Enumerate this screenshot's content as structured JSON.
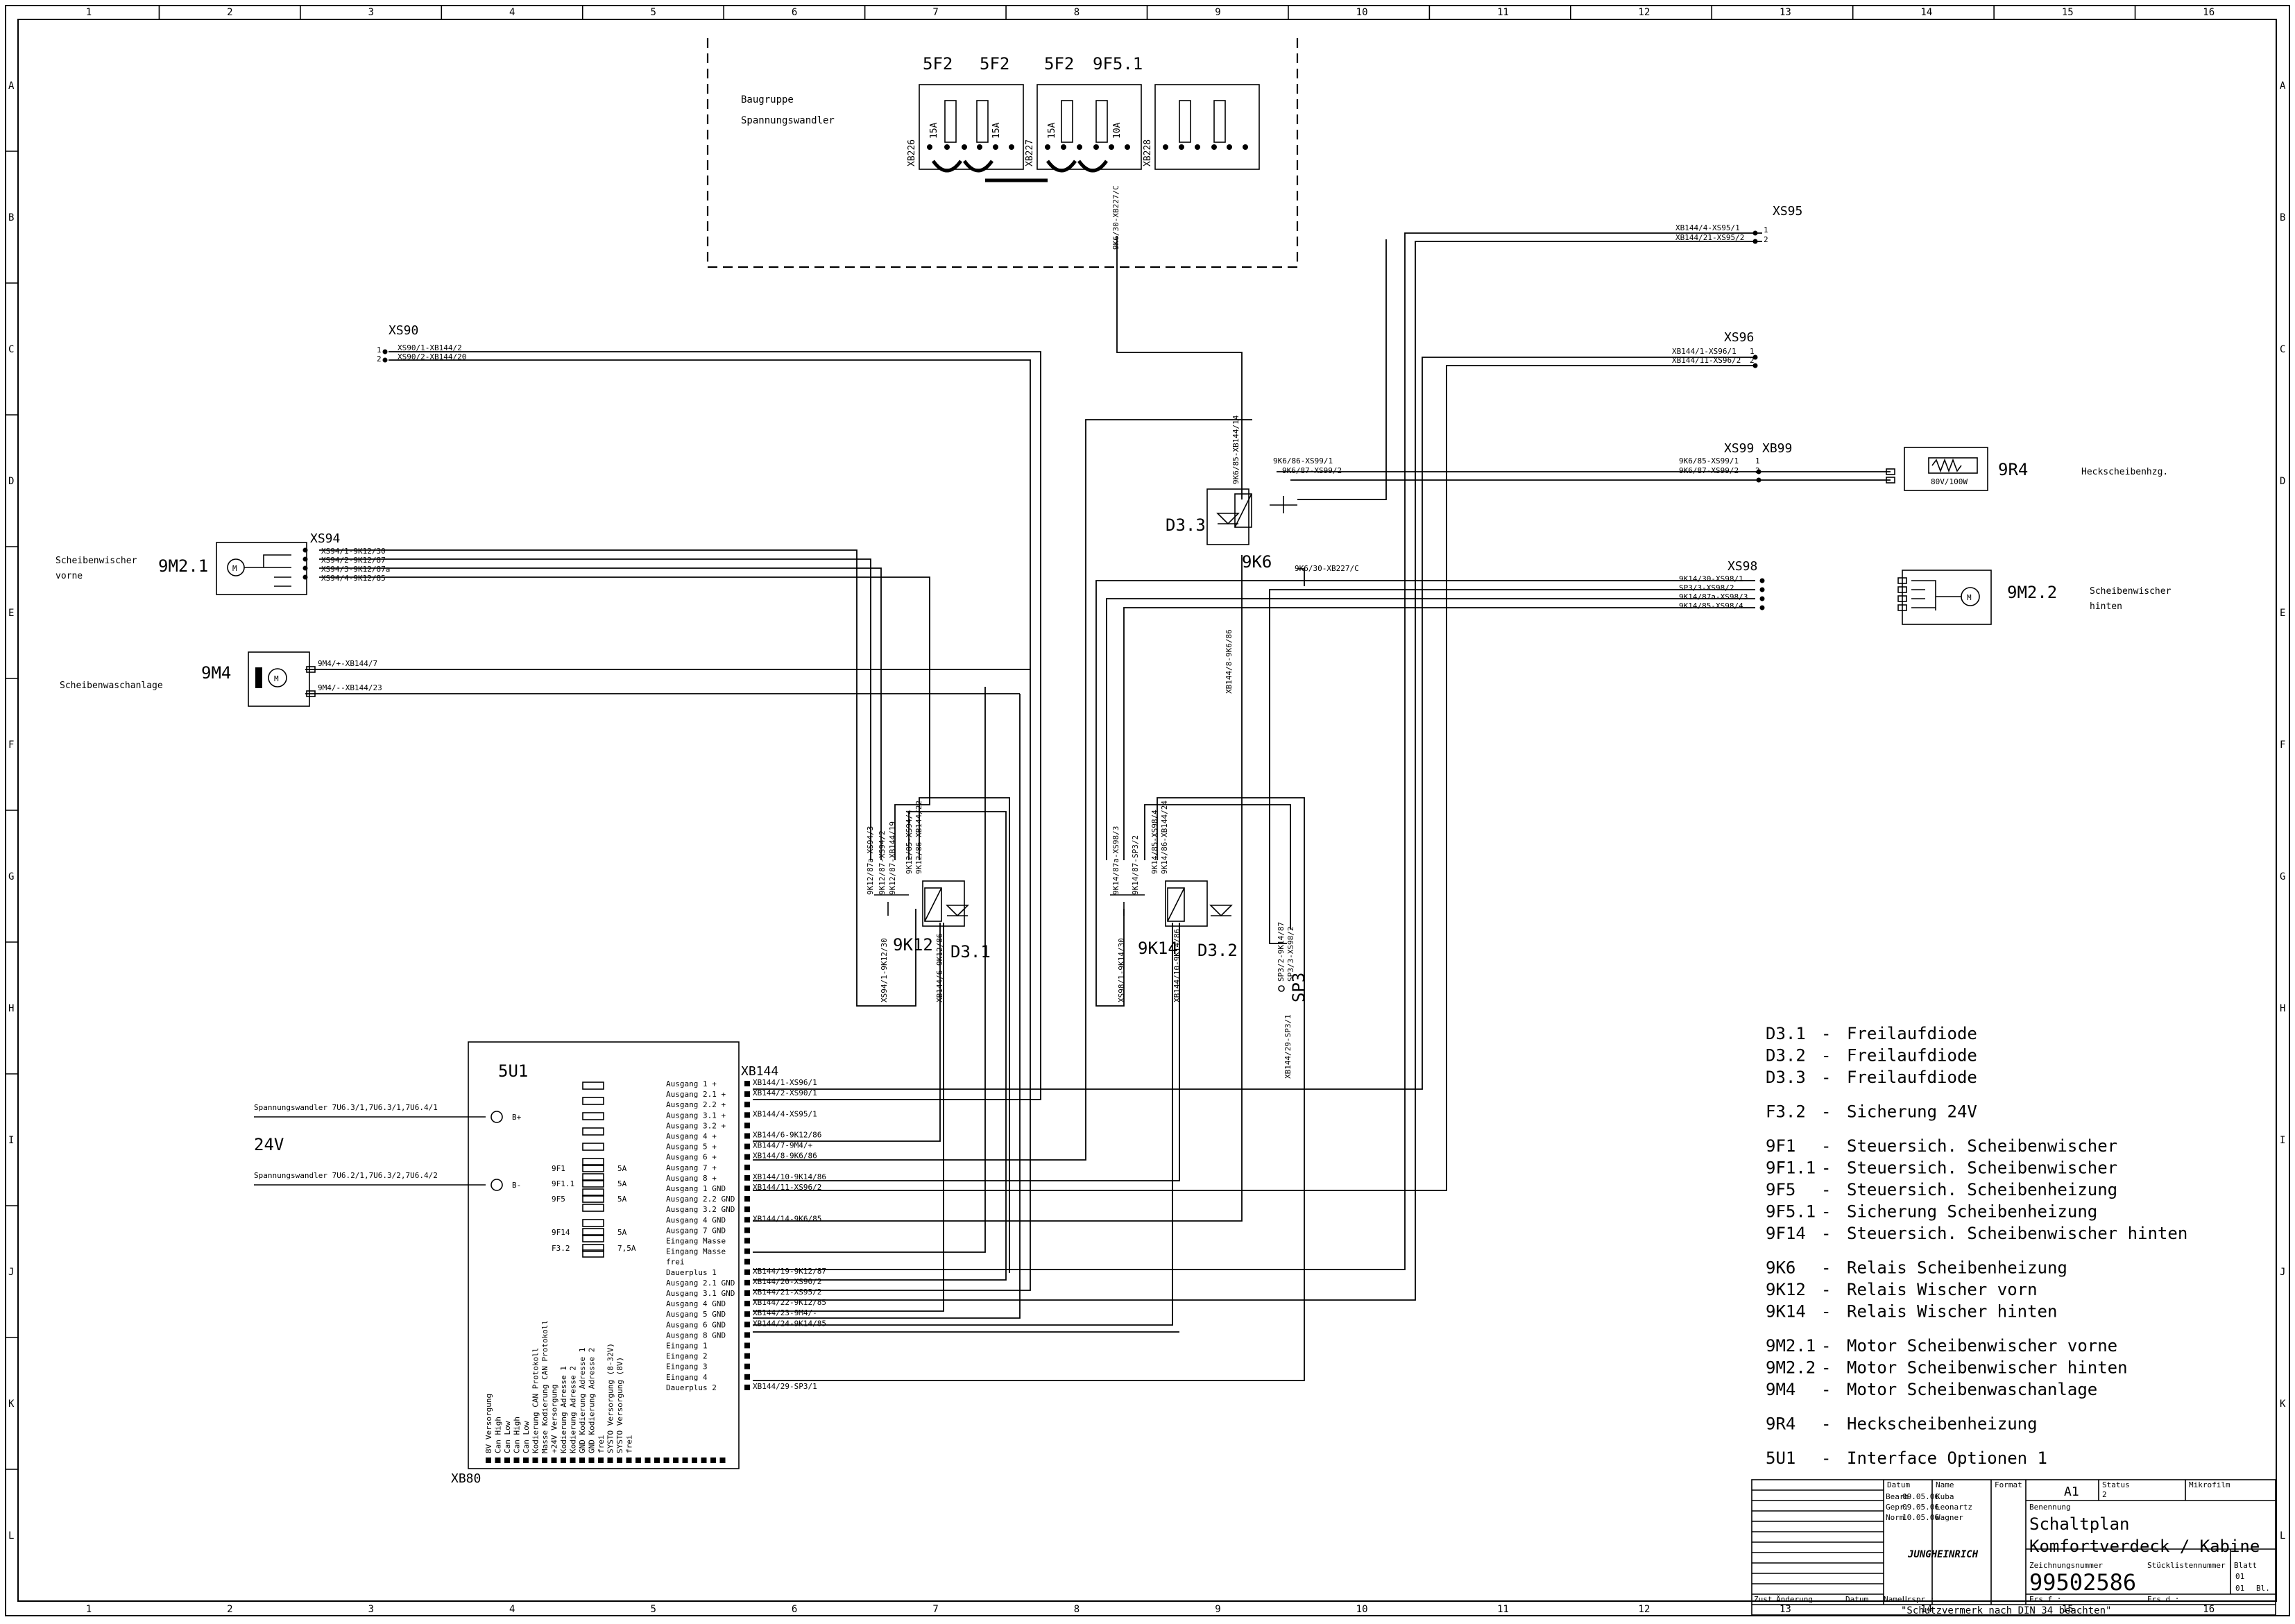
{
  "sheet": {
    "col_labels": [
      "1",
      "2",
      "3",
      "4",
      "5",
      "6",
      "7",
      "8",
      "9",
      "10",
      "11",
      "12",
      "13",
      "14",
      "15",
      "16"
    ],
    "row_labels": [
      "A",
      "B",
      "C",
      "D",
      "E",
      "F",
      "G",
      "H",
      "I",
      "J",
      "K",
      "L"
    ]
  },
  "baugruppe": {
    "title_line1": "Baugruppe",
    "title_line2": "Spannungswandler",
    "fuse_headers": [
      "5F2",
      "5F2",
      "5F2",
      "9F5.1"
    ],
    "fuse_values": [
      "15A",
      "15A",
      "15A",
      "10A"
    ],
    "connectors": [
      "XB226",
      "XB227",
      "XB228"
    ],
    "wire_out": "9K6/30-XB227/C"
  },
  "connectors": {
    "xs95": {
      "name": "XS95",
      "w1": "XB144/4-XS95/1",
      "w2": "XB144/21-XS95/2",
      "p1": "1",
      "p2": "2"
    },
    "xs90": {
      "name": "XS90",
      "w1": "XS90/1-XB144/2",
      "w2": "XS90/2-XB144/20",
      "p1": "1",
      "p2": "2"
    },
    "xs96": {
      "name": "XS96",
      "w1": "XB144/1-XS96/1",
      "w2": "XB144/11-XS96/2",
      "p1": "1",
      "p2": "2"
    },
    "xs99": {
      "name": "XS99",
      "xb": "XB99",
      "w1": "9K6/85-XS99/1",
      "w2": "9K6/87-XS99/2",
      "p1": "1",
      "p2": "2"
    },
    "xs94": {
      "name": "XS94",
      "w1": "XS94/1-9K12/30",
      "w2": "XS94/2-9K12/87",
      "w3": "XS94/3-9K12/87a",
      "w4": "XS94/4-9K12/85"
    },
    "xs98": {
      "name": "XS98",
      "w1": "9K14/30-XS98/1",
      "w2": "SP3/3-XS98/2",
      "w3": "9K14/87a-XS98/3",
      "w4": "9K14/85-XS98/4"
    }
  },
  "components": {
    "m21": {
      "ref": "9M2.1",
      "desc_line1": "Scheibenwischer",
      "desc_line2": "vorne"
    },
    "m4": {
      "ref": "9M4",
      "desc": "Scheibenwaschanlage",
      "w1": "9M4/+-XB144/7",
      "w2": "9M4/--XB144/23"
    },
    "r4": {
      "ref": "9R4",
      "desc": "Heckscheibenhzg.",
      "rating": "80V/100W"
    },
    "m22": {
      "ref": "9M2.2",
      "desc_line1": "Scheibenwischer",
      "desc_line2": "hinten"
    },
    "k6": {
      "ref": "9K6",
      "diode": "D3.3",
      "w_top": "9K6/85-XB144/14",
      "w_a": "9K6/86-XS99/1",
      "w_b": "9K6/87-XS99/2",
      "w_out": "9K6/30-XB227/C",
      "w_bottom": "XB144/8-9K6/86"
    },
    "k12": {
      "ref": "9K12",
      "diode": "D3.1",
      "w1": "9K12/87a-XS94/3",
      "w2": "9K12/87-XS94/2",
      "w3": "9K12/87-XB144/19",
      "w4": "9K12/85-XS94/4",
      "w5": "9K12/86-XB144/22",
      "w_bot1": "XS94/1-9K12/30",
      "w_bot2": "XB144/6-9K12/86"
    },
    "k14": {
      "ref": "9K14",
      "diode": "D3.2",
      "w1": "9K14/87a-XS98/3",
      "w2": "9K14/87-SP3/2",
      "w3": "9K14/85-XS98/4",
      "w4": "9K14/86-XB144/24",
      "w_bot1": "XS98/1-9K14/30",
      "w_bot2": "XB144/10-9K14/86"
    },
    "sp3": {
      "ref": "SP3",
      "w1": "SP3/2-9K14/87",
      "w2": "SP3/3-XS98/2",
      "w3": "XB144/29-SP3/1"
    }
  },
  "u1": {
    "ref": "5U1",
    "xb144": "XB144",
    "xb80": "XB80",
    "outputs": [
      "Ausgang 1 +",
      "Ausgang 2.1 +",
      "Ausgang 2.2 +",
      "Ausgang 3.1 +",
      "Ausgang 3.2 +",
      "Ausgang 4 +",
      "Ausgang 5 +",
      "Ausgang 6 +",
      "Ausgang 7 +",
      "Ausgang 8 +",
      "Ausgang 1 GND",
      "Ausgang 2.2 GND",
      "Ausgang 3.2 GND",
      "Ausgang 4 GND",
      "Ausgang 7 GND",
      "Eingang Masse",
      "Eingang Masse",
      "frei",
      "Dauerplus 1",
      "Ausgang 2.1 GND",
      "Ausgang 3.1 GND",
      "Ausgang 4 GND",
      "Ausgang 5 GND",
      "Ausgang 6 GND",
      "Ausgang 8 GND",
      "Eingang 1",
      "Eingang 2",
      "Eingang 3",
      "Eingang 4",
      "Dauerplus 2"
    ],
    "wires": [
      "XB144/1-XS96/1",
      "XB144/2-XS90/1",
      "XB144/4-XS95/1",
      "XB144/6-9K12/86",
      "XB144/7-9M4/+",
      "XB144/8-9K6/86",
      "XB144/10-9K14/86",
      "XB144/11-XS96/2",
      "XB144/14-9K6/85",
      "XB144/19-9K12/87",
      "XB144/20-XS90/2",
      "XB144/21-XS95/2",
      "XB144/22-9K12/85",
      "XB144/23-9M4/-",
      "XB144/24-9K14/85",
      "XB144/29-SP3/1"
    ],
    "fuses": [
      "9F1",
      "9F1.1",
      "9F5",
      "9F14",
      "F3.2"
    ],
    "fuse_vals": [
      "5A",
      "5A",
      "5A",
      "5A",
      "7,5A"
    ],
    "bottom_labels": [
      "8V Versorgung",
      "Can High",
      "Can Low",
      "Can High",
      "Can Low",
      "Kodierung CAN Protokoll",
      "Masse Kodierung CAN Protokoll",
      "+24V Versorgung",
      "Kodierung Adresse 1",
      "Kodierung Adresse 2",
      "GND Kodierung Adresse 1",
      "GND Kodierung Adresse 2",
      "frei",
      "SYSTO Versorgung (8-32V)",
      "SYSTO Versorgung (8V)",
      "frei"
    ],
    "supply1": "Spannungswandler 7U6.3/1,7U6.3/1,7U6.4/1",
    "supply2": "Spannungswandler 7U6.2/1,7U6.3/2,7U6.4/2",
    "b_plus": "B+",
    "b_minus": "B-",
    "voltage": "24V"
  },
  "legend": [
    {
      "ref": "D3.1",
      "dash": "-",
      "desc": "Freilaufdiode"
    },
    {
      "ref": "D3.2",
      "dash": "-",
      "desc": "Freilaufdiode"
    },
    {
      "ref": "D3.3",
      "dash": "-",
      "desc": "Freilaufdiode"
    },
    {
      "ref": "F3.2",
      "dash": "-",
      "desc": "Sicherung 24V"
    },
    {
      "ref": "9F1",
      "dash": "-",
      "desc": "Steuersich. Scheibenwischer"
    },
    {
      "ref": "9F1.1",
      "dash": "-",
      "desc": "Steuersich. Scheibenwischer"
    },
    {
      "ref": "9F5",
      "dash": "-",
      "desc": "Steuersich. Scheibenheizung"
    },
    {
      "ref": "9F5.1",
      "dash": "-",
      "desc": "Sicherung Scheibenheizung"
    },
    {
      "ref": "9F14",
      "dash": "-",
      "desc": "Steuersich. Scheibenwischer hinten"
    },
    {
      "ref": "9K6",
      "dash": "-",
      "desc": "Relais Scheibenheizung"
    },
    {
      "ref": "9K12",
      "dash": "-",
      "desc": "Relais Wischer vorn"
    },
    {
      "ref": "9K14",
      "dash": "-",
      "desc": "Relais Wischer hinten"
    },
    {
      "ref": "9M2.1",
      "dash": "-",
      "desc": "Motor Scheibenwischer vorne"
    },
    {
      "ref": "9M2.2",
      "dash": "-",
      "desc": "Motor Scheibenwischer hinten"
    },
    {
      "ref": "9M4",
      "dash": "-",
      "desc": "Motor Scheibenwaschanlage"
    },
    {
      "ref": "9R4",
      "dash": "-",
      "desc": "Heckscheibenheizung"
    },
    {
      "ref": "5U1",
      "dash": "-",
      "desc": "Interface Optionen 1"
    }
  ],
  "titleblock": {
    "col_datum": "Datum",
    "col_name": "Name",
    "format_label": "Format",
    "format": "A1",
    "status_label": "Status",
    "status": "2",
    "mikrofilm": "Mikrofilm",
    "bearb": "Bearb",
    "bearb_date": "09.05.06",
    "bearb_name": "Kuba",
    "gepr": "Gepr.",
    "gepr_date": "09.05.06",
    "gepr_name": "Leonartz",
    "norm": "Norm",
    "norm_date": "10.05.06",
    "norm_name": "Wagner",
    "benennung_label": "Benennung",
    "title1": "Schaltplan",
    "title2": "Komfortverdeck / Kabine",
    "logo": "JUNGHEINRICH",
    "zeichnr_label": "Zeichnungsnummer",
    "zeichnr": "99502586",
    "stueckliste": "Stücklistennummer",
    "blatt_label": "Blatt",
    "blatt": "01",
    "bl_label": "Bl.",
    "bl": "01",
    "zust": "Zust.",
    "aenderung": "Änderung",
    "datum": "Datum",
    "name": "Name",
    "urspr": "Urspr.:",
    "ers_f": "Ers.f.:",
    "ers_d": "Ers.d.:",
    "schutz": "\"Schutzvermerk nach DIN 34 beachten\""
  }
}
